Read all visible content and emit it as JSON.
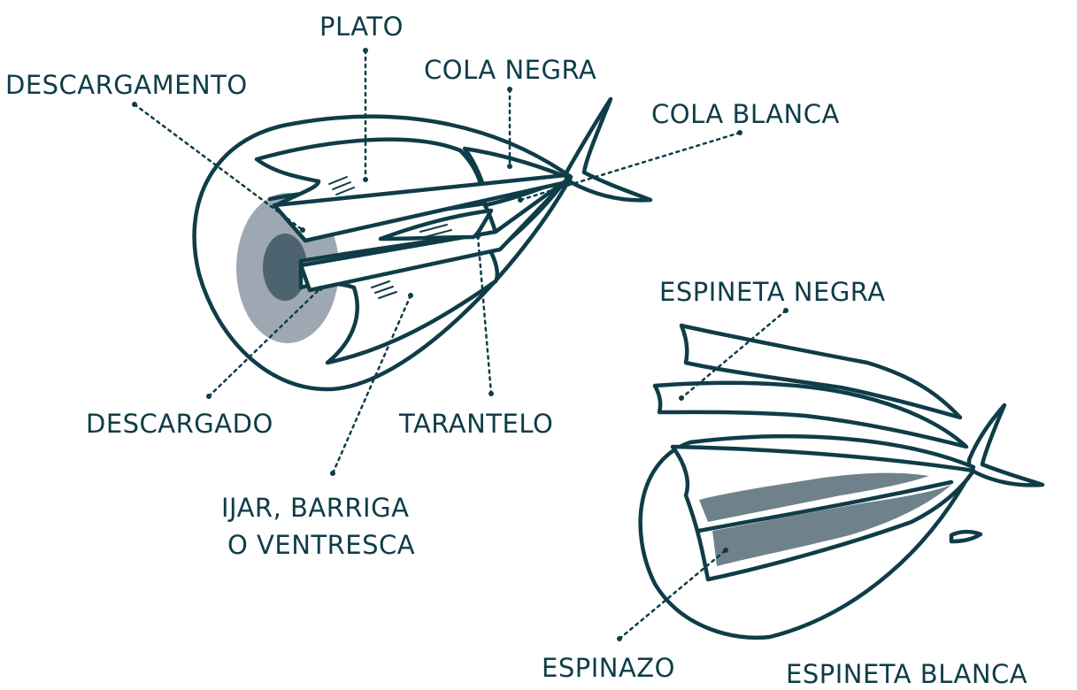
{
  "labels": {
    "plato": "PLATO",
    "cola_negra": "COLA NEGRA",
    "cola_blanca": "COLA BLANCA",
    "descargamento": "DESCARGAMENTO",
    "descargado": "DESCARGADO",
    "tarantelo": "TARANTELO",
    "ijar_line1": "IJAR, BARRIGA",
    "ijar_line2": "O VENTRESCA",
    "espineta_negra": "ESPINETA NEGRA",
    "espinazo": "ESPINAZO",
    "espineta_blanca": "ESPINETA BLANCA"
  },
  "colors": {
    "ink": "#0e3d48",
    "shade_light": "#9ea8b2",
    "shade_dark": "#4d6470",
    "bone": "#6f828c",
    "background": "#ffffff"
  }
}
